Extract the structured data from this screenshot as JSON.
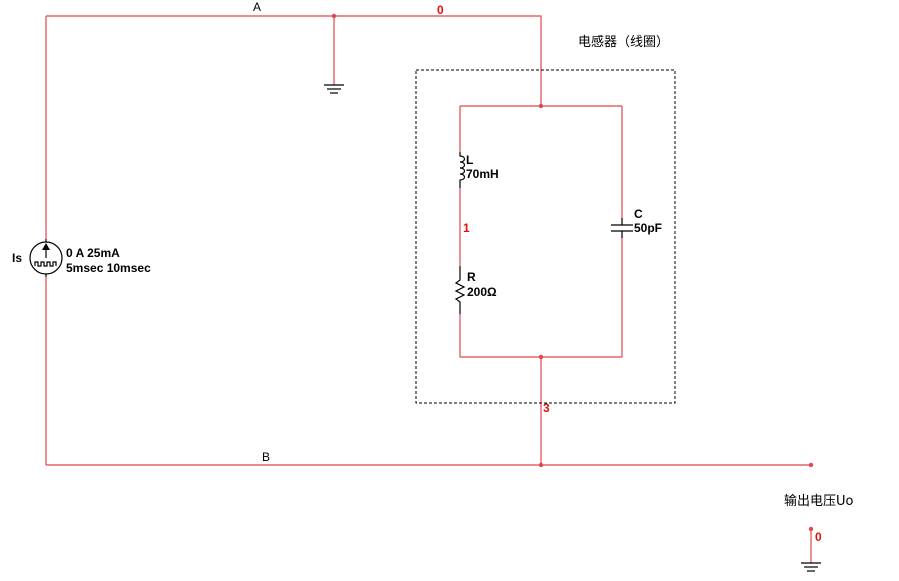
{
  "labels": {
    "net_a": "A",
    "net_b": "B",
    "node_top": "0",
    "node_mid": "1",
    "node_bottom": "3",
    "node_output_gnd": "0",
    "inductor_group": "电感器（线圈）",
    "output": "输出电压Uo"
  },
  "components": {
    "source": {
      "ref": "Is",
      "line1": "0 A 25mA",
      "line2": "5msec 10msec"
    },
    "inductor": {
      "ref": "L",
      "value": "70mH"
    },
    "resistor": {
      "ref": "R",
      "value": "200Ω"
    },
    "capacitor": {
      "ref": "C",
      "value": "50pF"
    }
  },
  "colors": {
    "wire": "#e0484e",
    "node_label": "#e01010",
    "component": "#000000"
  }
}
